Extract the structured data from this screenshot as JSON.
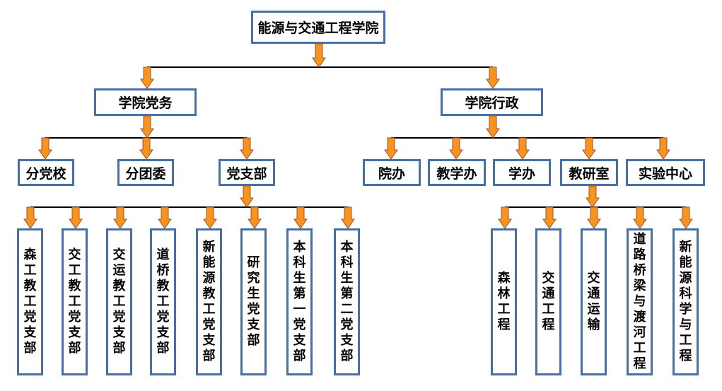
{
  "root": "能源与交通工程学院",
  "left": {
    "label": "学院党务",
    "children": [
      "分党校",
      "分团委",
      "党支部"
    ],
    "branches": [
      "森工教工党支部",
      "交工教工党支部",
      "交运教工党支部",
      "道桥教工党支部",
      "新能源教工党支部",
      "研究生党支部",
      "本科生第一党支部",
      "本科生第二党支部"
    ]
  },
  "right": {
    "label": "学院行政",
    "children": [
      "院办",
      "教学办",
      "学办",
      "教研室",
      "实验中心"
    ],
    "sections": [
      "森林工程",
      "交通工程",
      "交通运输",
      "道路桥梁与渡河工程",
      "新能源科学与工程"
    ]
  },
  "colors": {
    "box_border": "#4a6fa5",
    "line": "#000000",
    "arrow_fill": "#f7941d",
    "arrow_stroke": "#a0522d"
  }
}
